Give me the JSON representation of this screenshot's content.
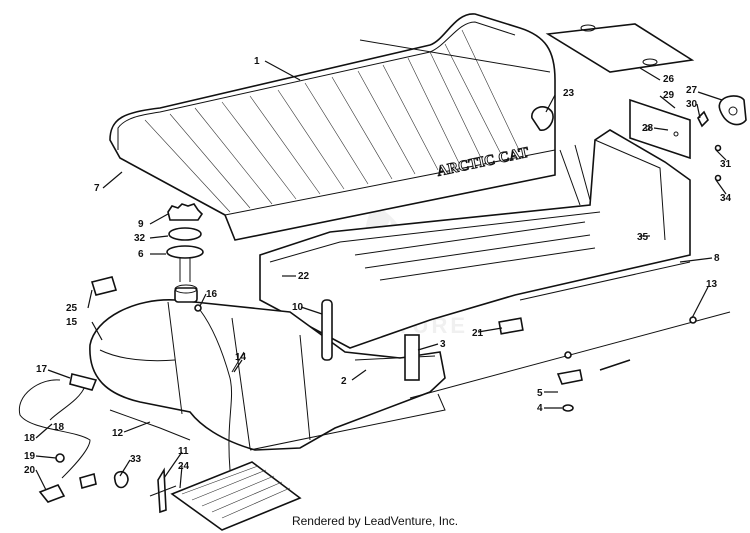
{
  "branding": {
    "seat_text": "ARCTIC CAT"
  },
  "footer": {
    "credit": "Rendered by LeadVenture, Inc."
  },
  "watermark": {
    "text": "LEADVENTURE"
  },
  "callouts": [
    "1",
    "2",
    "3",
    "4",
    "5",
    "6",
    "7",
    "8",
    "9",
    "10",
    "11",
    "12",
    "13",
    "14",
    "15",
    "16",
    "17",
    "18",
    "19",
    "20",
    "21",
    "22",
    "23",
    "24",
    "25",
    "26",
    "27",
    "28",
    "29",
    "30",
    "31",
    "32",
    "33",
    "34",
    "35",
    "18"
  ]
}
